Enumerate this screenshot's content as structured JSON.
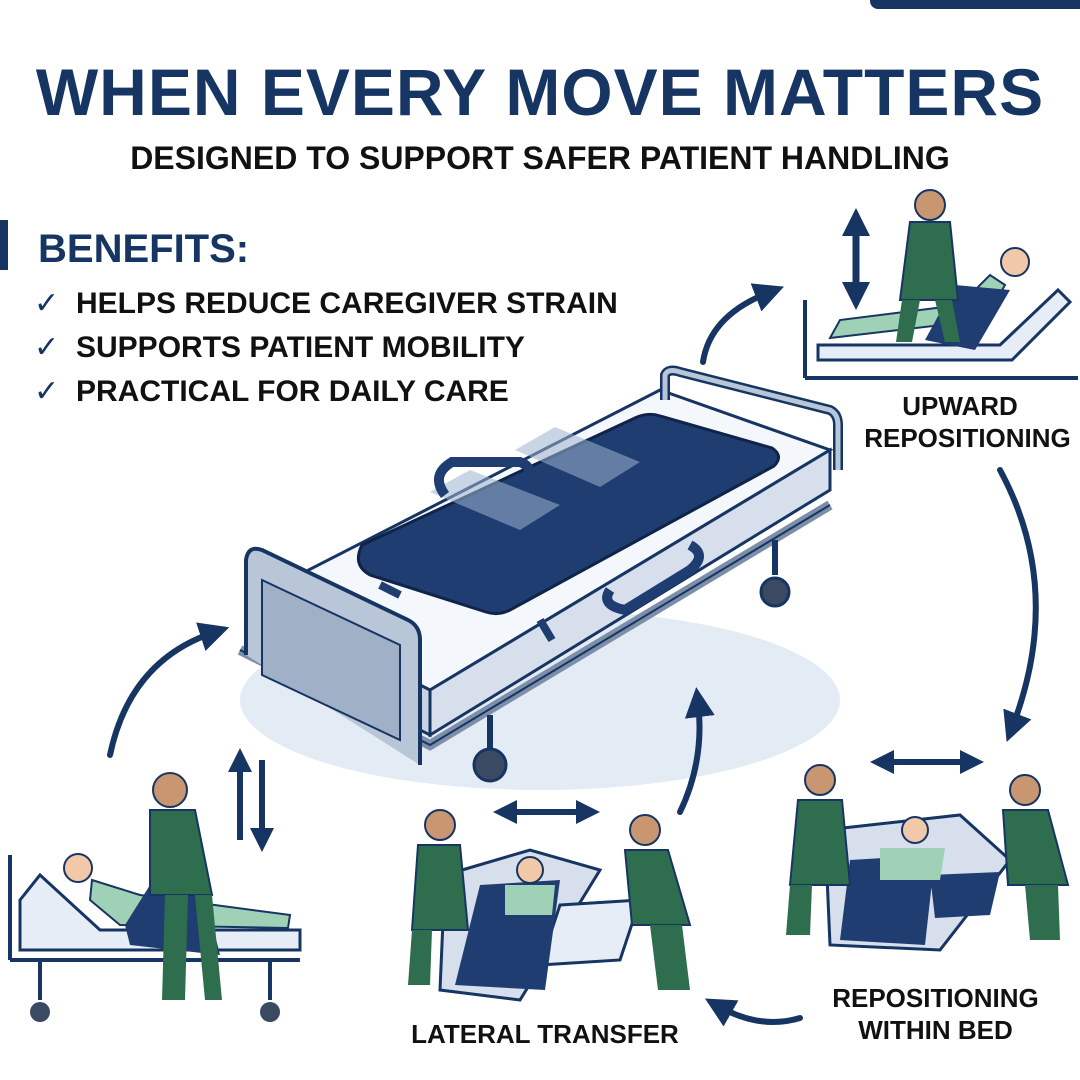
{
  "header": {
    "title": "WHEN EVERY MOVE MATTERS",
    "subtitle": "DESIGNED TO SUPPORT SAFER PATIENT HANDLING"
  },
  "benefits": {
    "heading": "BENEFITS:",
    "check_icon": "checkmark-icon",
    "items": [
      {
        "label": "HELPS REDUCE CAREGIVER STRAIN"
      },
      {
        "label": "SUPPORTS PATIENT MOBILITY"
      },
      {
        "label": "PRACTICAL FOR DAILY CARE"
      }
    ]
  },
  "scenes": {
    "upward_line1": "UPWARD",
    "upward_line2": "REPOSITIONING",
    "within_line1": "REPOSITIONING",
    "within_line2": "WITHIN BED",
    "lateral": "LATERAL TRANSFER"
  },
  "colors": {
    "navy": "#173563",
    "scrub_green": "#2e6e4e",
    "sheet_navy": "#1f3d70",
    "steel": "#a9b8cc"
  }
}
